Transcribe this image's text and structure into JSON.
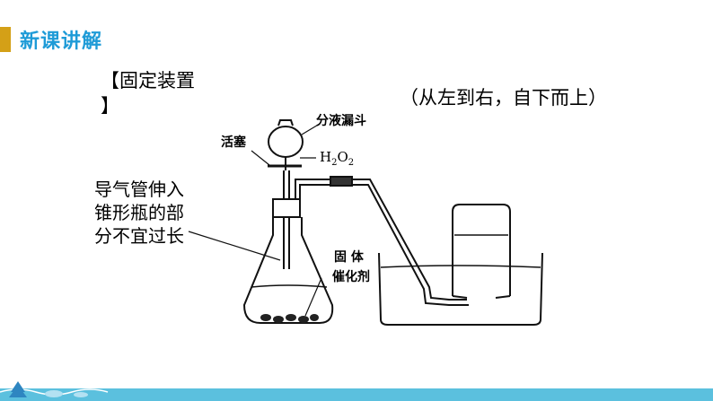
{
  "header": {
    "title": "新课讲解",
    "accent_color": "#d4a017",
    "title_color": "#1e9bd7"
  },
  "content": {
    "heading_line1": "【固定装置",
    "heading_line2": "】",
    "direction": "（从左到右，自下而上）",
    "note": "导气管伸入锥形瓶的部分不宜过长"
  },
  "diagram": {
    "labels": {
      "funnel": "分液漏斗",
      "stopcock": "活塞",
      "solid": "固 体",
      "catalyst": "催化剂"
    },
    "formula": {
      "h": "H",
      "sub1": "2",
      "o": "O",
      "sub2": "2"
    }
  },
  "footer": {
    "band_color": "#5bc0de"
  }
}
